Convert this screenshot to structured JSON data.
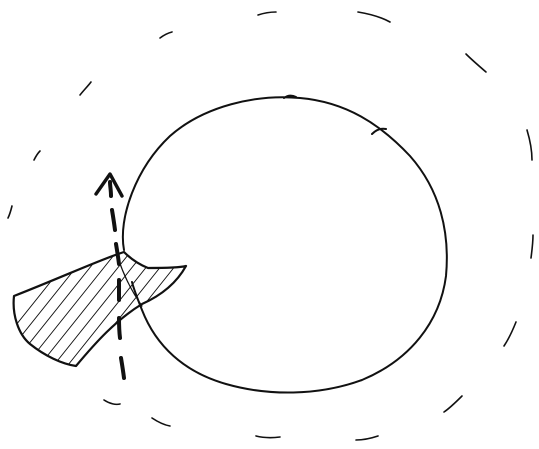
{
  "diagram": {
    "style": "hand-drawn pen sketch",
    "background_color": "#ffffff",
    "ink_color": "#111111",
    "elements": [
      {
        "name": "outer-dashed-ring",
        "kind": "dashed circle outline"
      },
      {
        "name": "central-circle",
        "kind": "solid circle outline with small notch at the joint"
      },
      {
        "name": "hatched-wedge",
        "kind": "diagonally hatched region attached to the left of the circle"
      },
      {
        "name": "dashed-arrow",
        "kind": "dashed arrow pointing upward"
      }
    ]
  }
}
